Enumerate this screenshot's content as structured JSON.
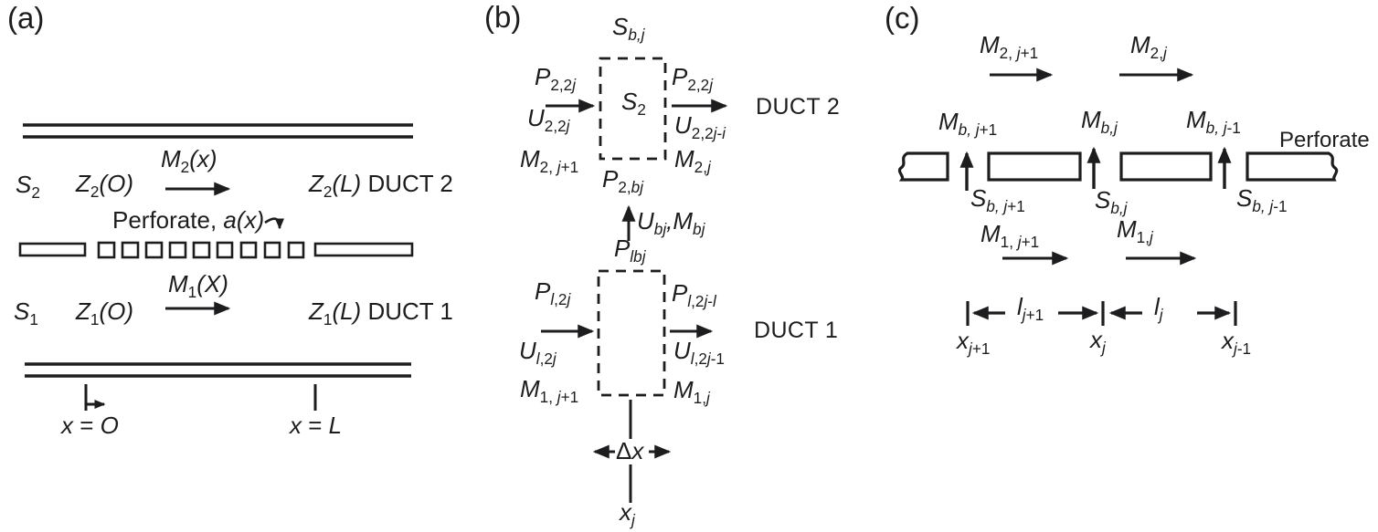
{
  "colors": {
    "ink": "#1d1d1f",
    "background": "#ffffff"
  },
  "panels": {
    "a": {
      "tag": "(a)",
      "labels": {
        "m2x": [
          [
            "i",
            "M"
          ],
          [
            "s",
            "2"
          ],
          [
            "i",
            "(x)"
          ]
        ],
        "s2": [
          [
            "i",
            "S"
          ],
          [
            "s",
            "2"
          ]
        ],
        "z2o": [
          [
            "i",
            "Z"
          ],
          [
            "s",
            "2"
          ],
          [
            "i",
            "(O)"
          ]
        ],
        "z2l_duct2": [
          [
            "i",
            "Z"
          ],
          [
            "s",
            "2"
          ],
          [
            "i",
            "(L)"
          ],
          [
            "n",
            " DUCT 2"
          ]
        ],
        "perforate_ax": [
          [
            "n",
            "Perforate, "
          ],
          [
            "i",
            "a(x)"
          ]
        ],
        "m1x": [
          [
            "i",
            "M"
          ],
          [
            "s",
            "1"
          ],
          [
            "i",
            "(X)"
          ]
        ],
        "s1": [
          [
            "i",
            "S"
          ],
          [
            "s",
            "1"
          ]
        ],
        "z1o": [
          [
            "i",
            "Z"
          ],
          [
            "s",
            "1"
          ],
          [
            "i",
            "(O)"
          ]
        ],
        "z1l_duct1": [
          [
            "i",
            "Z"
          ],
          [
            "s",
            "1"
          ],
          [
            "i",
            "(L)"
          ],
          [
            "n",
            " DUCT 1"
          ]
        ],
        "x_origin": [
          [
            "i",
            "x"
          ],
          [
            "n",
            " = "
          ],
          [
            "i",
            "O"
          ]
        ],
        "x_length": [
          [
            "i",
            "x"
          ],
          [
            "n",
            " = "
          ],
          [
            "i",
            "L"
          ]
        ]
      }
    },
    "b": {
      "tag": "(b)",
      "duct2_label": "DUCT 2",
      "duct1_label": "DUCT 1",
      "labels": {
        "sbj_top": [
          [
            "i",
            "S"
          ],
          [
            "si",
            "b,j"
          ]
        ],
        "s2_box": [
          [
            "i",
            "S"
          ],
          [
            "s",
            "2"
          ]
        ],
        "p22j_left": [
          [
            "i",
            "P"
          ],
          [
            "s",
            "2,2"
          ],
          [
            "si",
            "j"
          ]
        ],
        "u22j_left": [
          [
            "i",
            "U"
          ],
          [
            "s",
            "2,2"
          ],
          [
            "si",
            "j"
          ]
        ],
        "m2_j1": [
          [
            "i",
            "M"
          ],
          [
            "s",
            "2, "
          ],
          [
            "si",
            "j"
          ],
          [
            "s",
            "+1"
          ]
        ],
        "p22j_right": [
          [
            "i",
            "P"
          ],
          [
            "s",
            "2,2"
          ],
          [
            "si",
            "j"
          ]
        ],
        "u22ji_right": [
          [
            "i",
            "U"
          ],
          [
            "s",
            "2,2"
          ],
          [
            "si",
            "j"
          ],
          [
            "s",
            "-"
          ],
          [
            "si",
            "i"
          ]
        ],
        "m2_j": [
          [
            "i",
            "M"
          ],
          [
            "s",
            "2,"
          ],
          [
            "si",
            "j"
          ]
        ],
        "p2bj": [
          [
            "i",
            "P"
          ],
          [
            "s",
            "2,"
          ],
          [
            "si",
            "bj"
          ]
        ],
        "ubj_mbj": [
          [
            "i",
            "U"
          ],
          [
            "si",
            "bj"
          ],
          [
            "i",
            ",M"
          ],
          [
            "si",
            "bj"
          ]
        ],
        "plbj": [
          [
            "i",
            "P"
          ],
          [
            "si",
            "lbj"
          ]
        ],
        "pl2j_left": [
          [
            "i",
            "P"
          ],
          [
            "si",
            "l"
          ],
          [
            "s",
            ",2"
          ],
          [
            "si",
            "j"
          ]
        ],
        "ul2j_left": [
          [
            "i",
            "U"
          ],
          [
            "si",
            "l"
          ],
          [
            "s",
            ",2"
          ],
          [
            "si",
            "j"
          ]
        ],
        "m1_j1": [
          [
            "i",
            "M"
          ],
          [
            "s",
            "1, "
          ],
          [
            "si",
            "j"
          ],
          [
            "s",
            "+1"
          ]
        ],
        "pl2jl_right": [
          [
            "i",
            "P"
          ],
          [
            "si",
            "l"
          ],
          [
            "s",
            ",2"
          ],
          [
            "si",
            "j"
          ],
          [
            "s",
            "-"
          ],
          [
            "si",
            "l"
          ]
        ],
        "ul2j1_right": [
          [
            "i",
            "U"
          ],
          [
            "si",
            "l"
          ],
          [
            "s",
            ",2"
          ],
          [
            "si",
            "j"
          ],
          [
            "s",
            "-1"
          ]
        ],
        "m1_j": [
          [
            "i",
            "M"
          ],
          [
            "s",
            "1,"
          ],
          [
            "si",
            "j"
          ]
        ],
        "delta_x": [
          [
            "n",
            "Δ"
          ],
          [
            "i",
            "x"
          ]
        ],
        "x_j": [
          [
            "i",
            "x"
          ],
          [
            "si",
            "j"
          ]
        ]
      }
    },
    "c": {
      "tag": "(c)",
      "perforate_label": "Perforate",
      "labels": {
        "m2_j1": [
          [
            "i",
            "M"
          ],
          [
            "s",
            "2, "
          ],
          [
            "si",
            "j"
          ],
          [
            "s",
            "+1"
          ]
        ],
        "m2_j": [
          [
            "i",
            "M"
          ],
          [
            "s",
            "2,"
          ],
          [
            "si",
            "j"
          ]
        ],
        "mb_j1": [
          [
            "i",
            "M"
          ],
          [
            "si",
            "b, j"
          ],
          [
            "s",
            "+1"
          ]
        ],
        "mb_j": [
          [
            "i",
            "M"
          ],
          [
            "si",
            "b,j"
          ]
        ],
        "mb_jm1": [
          [
            "i",
            "M"
          ],
          [
            "si",
            "b, j"
          ],
          [
            "s",
            "-1"
          ]
        ],
        "sb_j1": [
          [
            "i",
            "S"
          ],
          [
            "si",
            "b, j"
          ],
          [
            "s",
            "+1"
          ]
        ],
        "sb_j": [
          [
            "i",
            "S"
          ],
          [
            "si",
            "b,j"
          ]
        ],
        "sb_jm1": [
          [
            "i",
            "S"
          ],
          [
            "si",
            "b, j"
          ],
          [
            "s",
            "-1"
          ]
        ],
        "m1_j1": [
          [
            "i",
            "M"
          ],
          [
            "s",
            "1, "
          ],
          [
            "si",
            "j"
          ],
          [
            "s",
            "+1"
          ]
        ],
        "m1_j": [
          [
            "i",
            "M"
          ],
          [
            "s",
            "1,"
          ],
          [
            "si",
            "j"
          ]
        ],
        "l_j1": [
          [
            "i",
            "l"
          ],
          [
            "si",
            "j"
          ],
          [
            "s",
            "+1"
          ]
        ],
        "l_j": [
          [
            "i",
            "l"
          ],
          [
            "si",
            "j"
          ]
        ],
        "x_j1": [
          [
            "i",
            "x"
          ],
          [
            "si",
            "j"
          ],
          [
            "s",
            "+1"
          ]
        ],
        "x_j": [
          [
            "i",
            "x"
          ],
          [
            "si",
            "j"
          ]
        ],
        "x_jm1": [
          [
            "i",
            "x"
          ],
          [
            "si",
            "j"
          ],
          [
            "s",
            "-1"
          ]
        ]
      }
    }
  }
}
